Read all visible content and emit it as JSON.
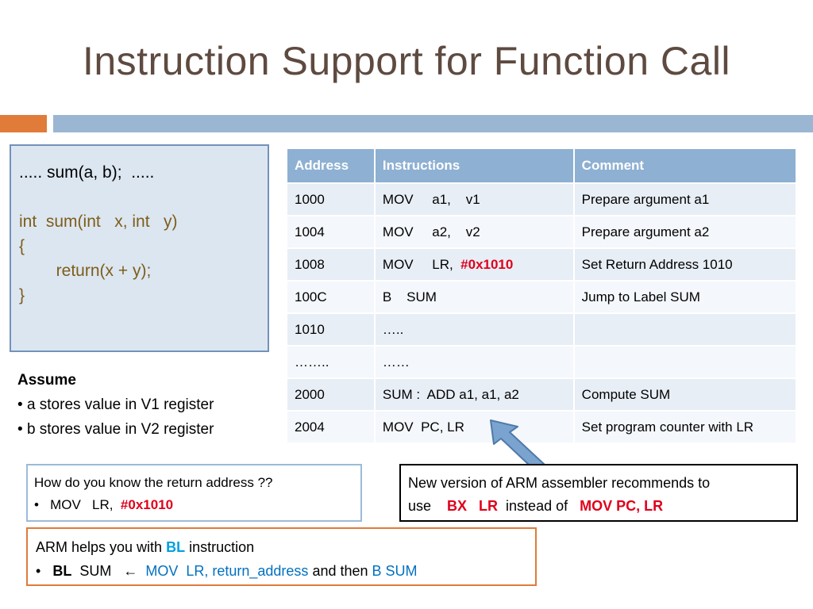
{
  "title": "Instruction Support for Function Call",
  "code": {
    "line1": "..... sum(a, b);  .....",
    "line2_int": "int",
    "line2_rest": "  sum(int   x, int   y)",
    "line3": "{",
    "line4": "        return(x + y);",
    "line5": "}"
  },
  "assume": {
    "heading": "Assume",
    "items": [
      "a stores value in V1 register",
      "b stores value in V2 register"
    ]
  },
  "table": {
    "headers": [
      "Address",
      "Instructions",
      "Comment"
    ],
    "rows": [
      {
        "address": "1000",
        "instr": "MOV     a1,    v1",
        "comment": "Prepare argument a1"
      },
      {
        "address": "1004",
        "instr": "MOV     a2,    v2",
        "comment": "Prepare argument a2"
      },
      {
        "address": "1008",
        "instr": "MOV     LR,  ",
        "instr_highlight": "#0x1010",
        "comment": "Set Return Address 1010"
      },
      {
        "address": "100C",
        "instr": "B    SUM",
        "comment": "Jump to Label SUM"
      },
      {
        "address": "1010",
        "instr": "…..",
        "comment": ""
      },
      {
        "address": "……..",
        "instr": "……",
        "comment": ""
      },
      {
        "address": "2000",
        "instr": "SUM :  ADD a1, a1, a2",
        "comment": "Compute SUM"
      },
      {
        "address": "2004",
        "instr": "MOV  PC, LR",
        "comment": "Set program counter with LR"
      }
    ]
  },
  "box1": {
    "question": "How do you know the return address ??",
    "bullet": "•",
    "text": "   MOV   LR,  ",
    "highlight": "#0x1010"
  },
  "box2": {
    "text1": "New version of ARM assembler recommends to",
    "text2a": "use    ",
    "highlight1": "BX   LR",
    "text2b": "  instead of   ",
    "highlight2": "MOV PC, LR"
  },
  "box3": {
    "text1a": "ARM helps you with ",
    "text1_bl": "BL",
    "text1b": " instruction",
    "bullet": "•",
    "bl": "BL",
    "sum": "  SUM   ",
    "arrow": "←",
    "mov": "  MOV  LR, return_address",
    "and_then": " and then ",
    "bsum": "B SUM"
  },
  "colors": {
    "title": "#5e4a40",
    "accent_orange": "#e07b3a",
    "accent_blue": "#9bb6d2",
    "header_blue": "#8eb0d2",
    "highlight_red": "#e0001b",
    "highlight_blue": "#0070c0"
  }
}
